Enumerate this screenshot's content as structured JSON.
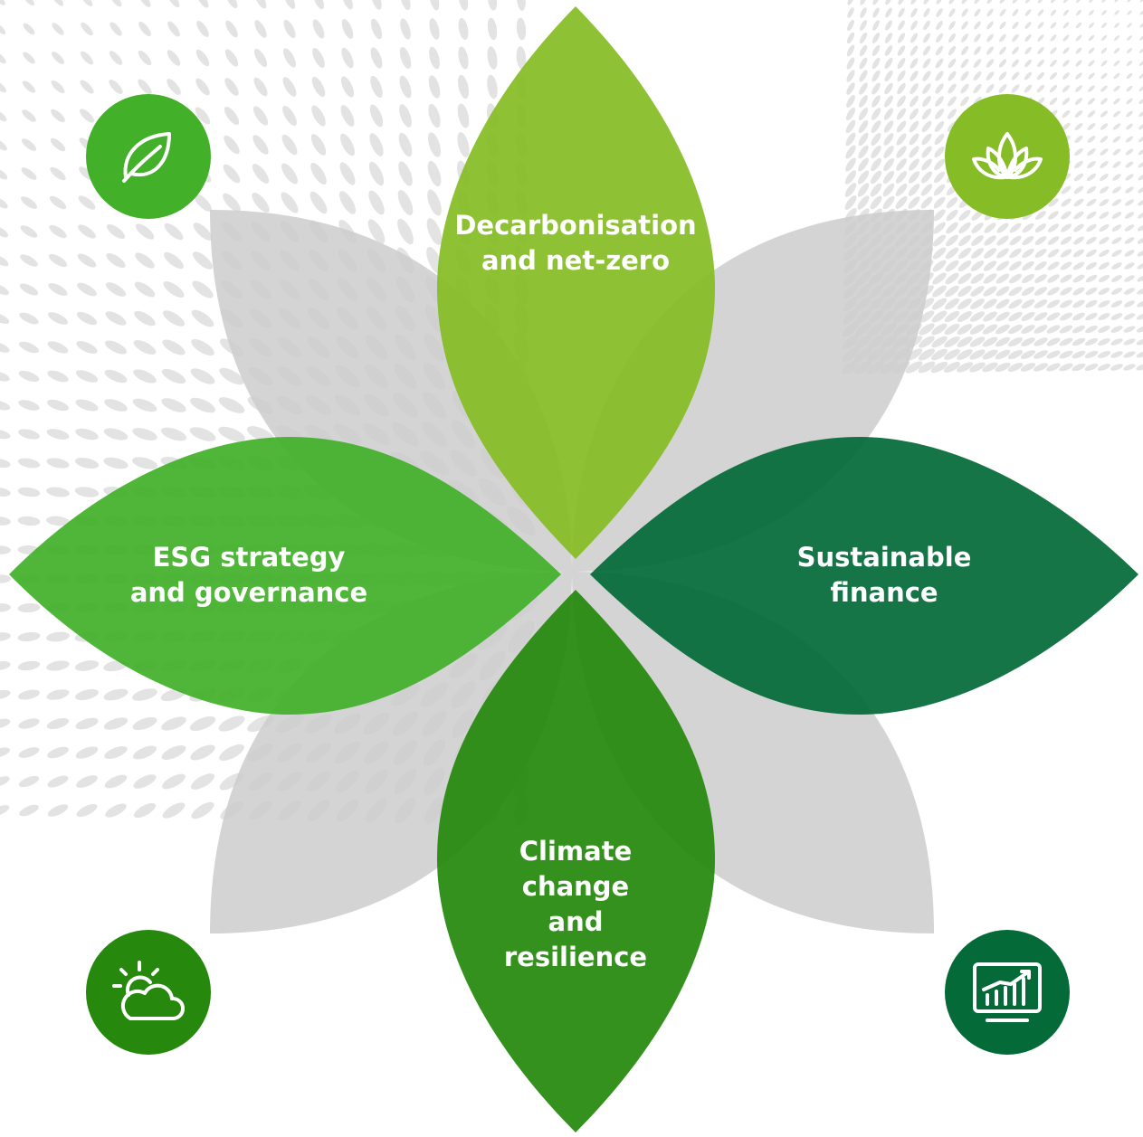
{
  "colors": {
    "background": "#ffffff",
    "dots": "#e3e3e3",
    "gray_petal": "#cdcdcd",
    "top_petal": "#86bc25",
    "left_petal": "#43b02a",
    "right_petal": "#046a38",
    "bottom_petal": "#26890d"
  },
  "petals": {
    "top": {
      "lines": [
        "Decarbonisation",
        "and net-zero"
      ]
    },
    "left": {
      "lines": [
        "ESG strategy",
        "and governance"
      ]
    },
    "right": {
      "lines": [
        "Sustainable",
        "finance"
      ]
    },
    "bottom": {
      "lines": [
        "Climate",
        "change",
        "and",
        "resilience"
      ]
    }
  },
  "icons": {
    "top_left": {
      "name": "leaf-icon",
      "color": "#43b02a"
    },
    "top_right": {
      "name": "lotus-icon",
      "color": "#86bc25"
    },
    "bottom_left": {
      "name": "sun-cloud-icon",
      "color": "#26890d"
    },
    "bottom_right": {
      "name": "chart-monitor-icon",
      "color": "#046a38"
    }
  }
}
